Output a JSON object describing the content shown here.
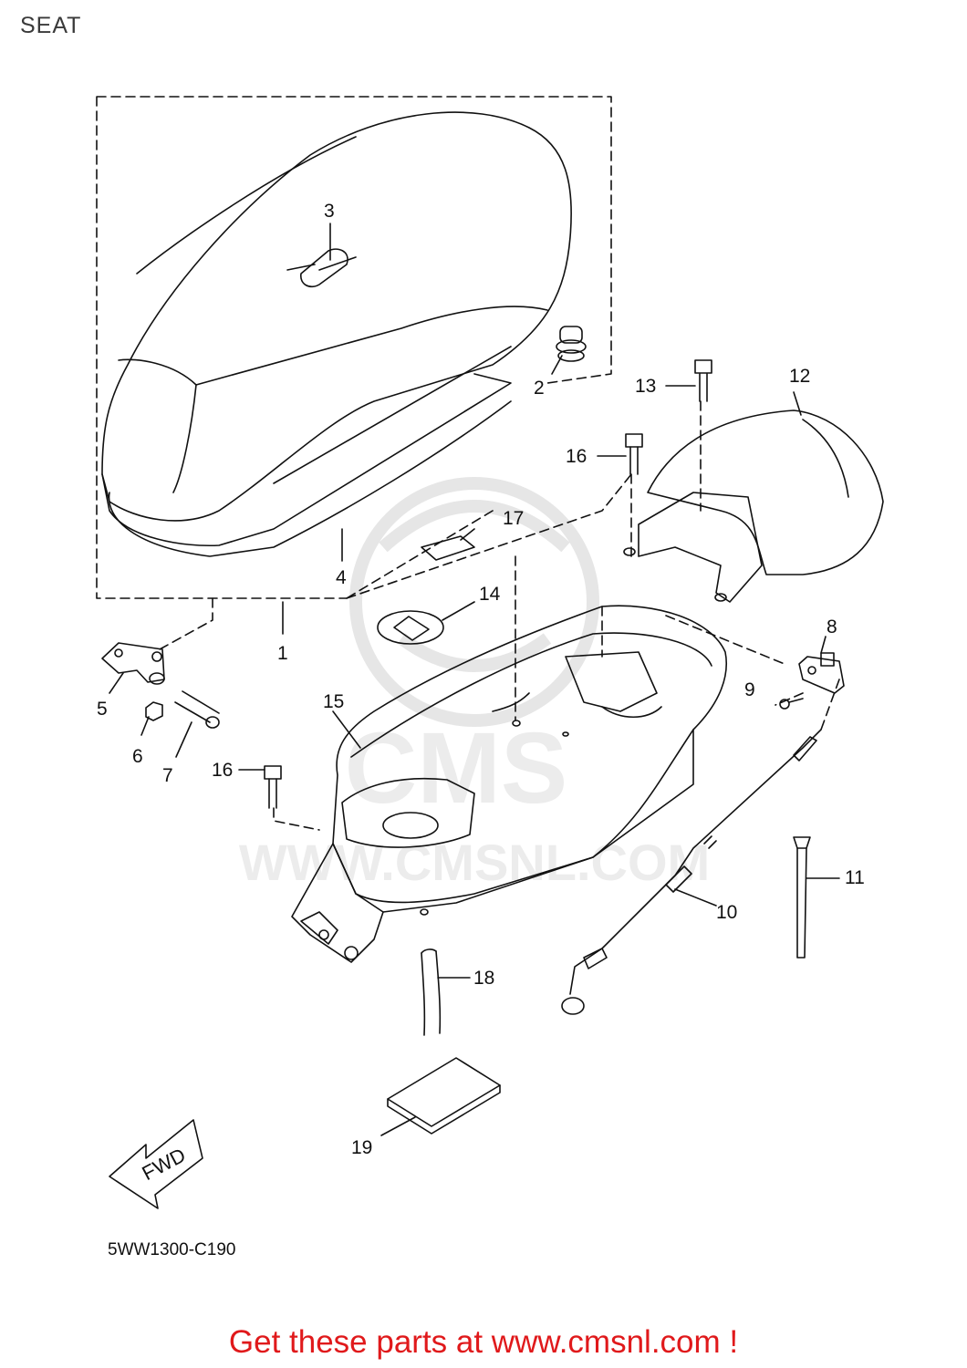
{
  "page_title": "SEAT",
  "diagram_code": "5WW1300-C190",
  "footer_text": "Get these parts at www.cmsnl.com !",
  "fwd_label": "FWD",
  "watermark": {
    "brand": "CMS",
    "site": "WWW.CMSNL.COM"
  },
  "callouts": [
    "1",
    "2",
    "3",
    "4",
    "5",
    "6",
    "7",
    "8",
    "9",
    "10",
    "11",
    "12",
    "13",
    "14",
    "15",
    "16",
    "16",
    "17",
    "18",
    "19"
  ],
  "colors": {
    "line": "#111111",
    "watermark": "#e6e6e6",
    "footer": "#e0191b",
    "title": "#3a3a3a"
  }
}
